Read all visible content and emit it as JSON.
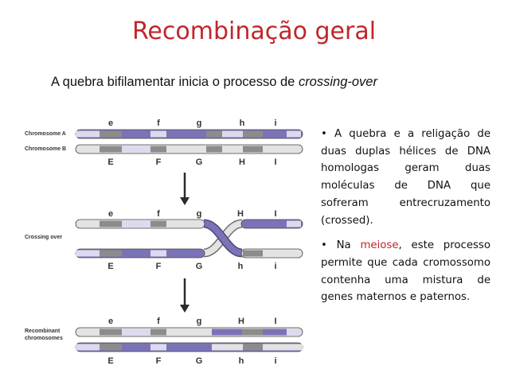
{
  "title": "Recombinação geral",
  "subtitle": {
    "prefix": "A quebra bifilamentar inicia o processo de ",
    "italic": "crossing-over"
  },
  "diagram": {
    "label_chromosome_a": "Chromosome A",
    "label_chromosome_b": "Chromosome B",
    "label_crossing_over": "Crossing over",
    "label_recombinant_1": "Recombinant",
    "label_recombinant_2": "chromosomes",
    "stage1": {
      "top_genes": [
        "e",
        "f",
        "g",
        "h",
        "i"
      ],
      "bottom_genes": [
        "E",
        "F",
        "G",
        "H",
        "I"
      ]
    },
    "stage2": {
      "top_genes": [
        "e",
        "f",
        "g",
        "H",
        "I"
      ],
      "bottom_genes": [
        "E",
        "F",
        "G",
        "h",
        "i"
      ]
    },
    "stage3": {
      "top_genes": [
        "e",
        "f",
        "g",
        "H",
        "I"
      ],
      "bottom_genes": [
        "E",
        "F",
        "G",
        "h",
        "i"
      ]
    }
  },
  "bullets": {
    "b1": "• A quebra e a religação de duas duplas hélices de DNA homologas geram duas moléculas de DNA que sofreram entrecruzamento (crossed).",
    "b2_prefix": "• Na ",
    "b2_highlight": "meiose",
    "b2_suffix": ", este processo permite que cada cromossomo contenha uma mistura de genes maternos e paternos."
  },
  "colors": {
    "title": "#c0262b",
    "purple": "#7b73b8",
    "light_purple": "#dcdaee",
    "gray": "#8c8c8c",
    "light_gray": "#e3e3e3",
    "arrow": "#2a2a2a"
  }
}
